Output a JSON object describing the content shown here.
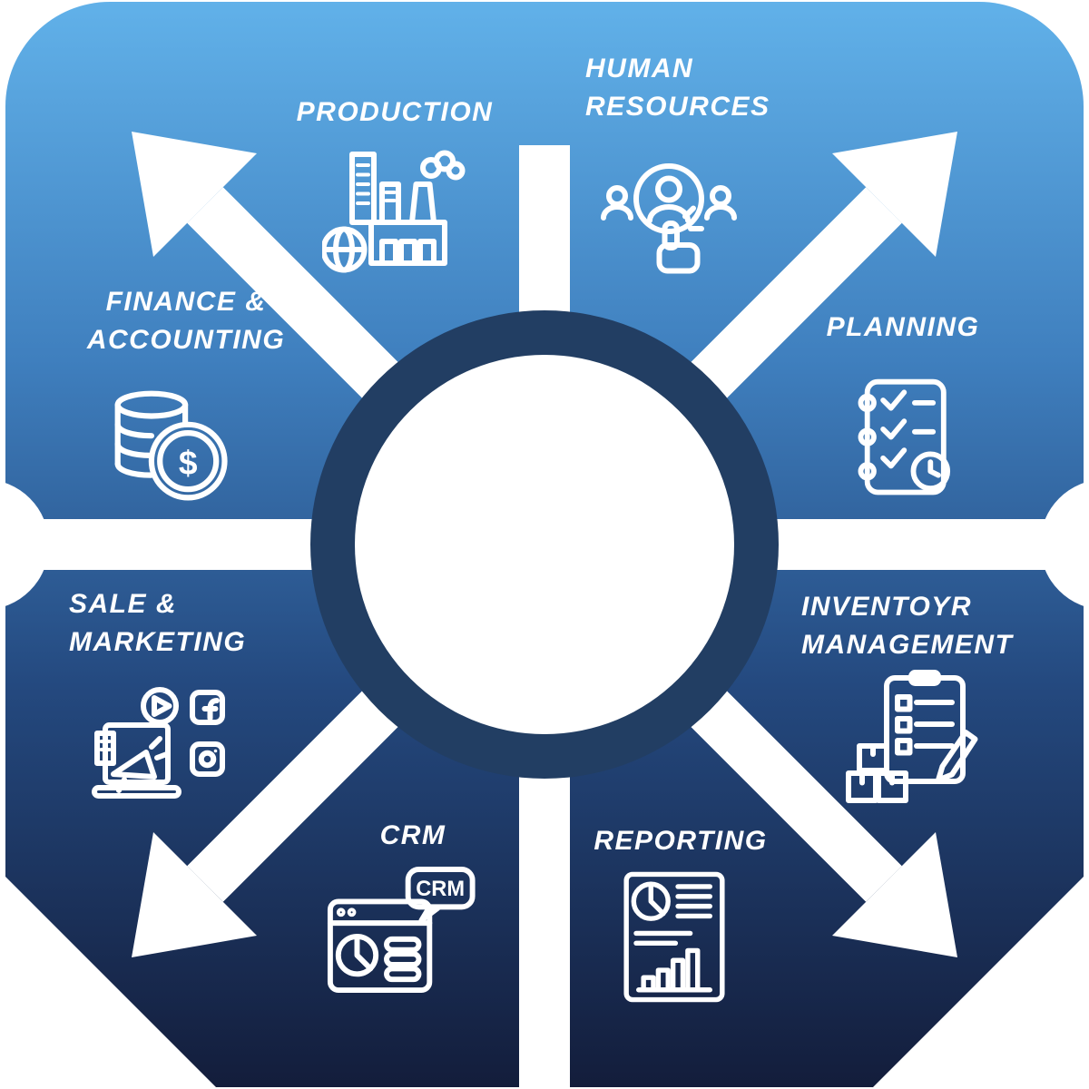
{
  "colors": {
    "gradient_top": "#61b1e9",
    "gradient_upper_mid": "#3f7fbe",
    "gradient_lower_mid": "#24497f",
    "gradient_bottom": "#131d3b",
    "ring": "#223e63",
    "inner_circle": "#ffffff",
    "foreground": "#ffffff"
  },
  "segments": {
    "production": {
      "label": "PRODUCTION",
      "icon": "factory-icon"
    },
    "human_resources": {
      "label": "HUMAN\nRESOURCES",
      "icon": "people-select-icon"
    },
    "planning": {
      "label": "PLANNING",
      "icon": "checklist-clock-icon"
    },
    "finance": {
      "label": "FINANCE &\nACCOUNTING",
      "icon": "coins-dollar-icon"
    },
    "sales": {
      "label": "SALE &\nMARKETING",
      "icon": "marketing-laptop-icon"
    },
    "inventory": {
      "label": "INVENTOYR\nMANAGEMENT",
      "icon": "clipboard-boxes-icon"
    },
    "crm": {
      "label": "CRM",
      "badge": "CRM",
      "icon": "crm-browser-icon"
    },
    "reporting": {
      "label": "REPORTING",
      "icon": "report-document-icon"
    }
  },
  "icons": {
    "dollar_symbol": "$"
  }
}
